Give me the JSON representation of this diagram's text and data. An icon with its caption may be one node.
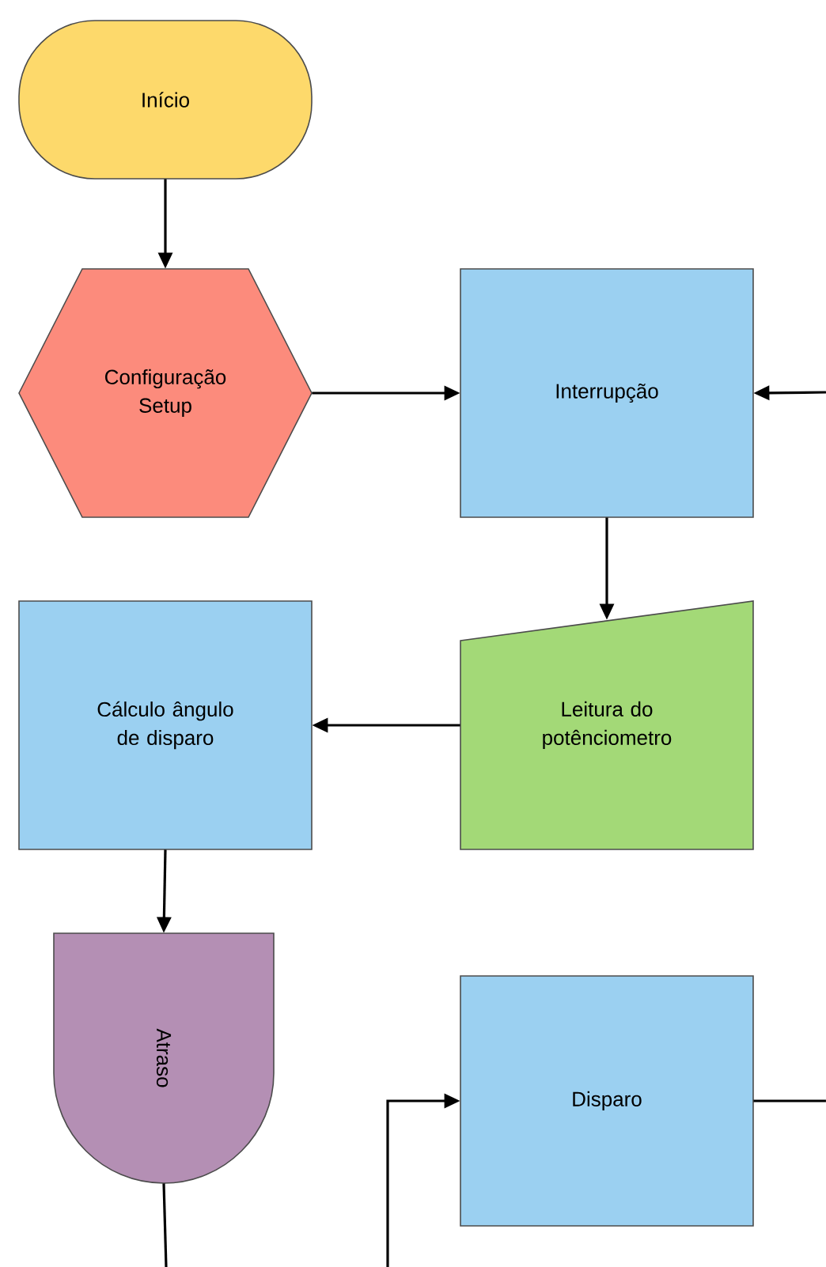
{
  "diagram": {
    "nodes": [
      {
        "text": [
          "Início"
        ]
      },
      {
        "text": [
          "Configuração Setup"
        ]
      },
      {
        "text": [
          "Interrupção"
        ]
      },
      {
        "text": [
          "Leitura do potênciometro"
        ]
      },
      {
        "text": [
          "Cálculo ângulo de disparo"
        ]
      },
      {
        "text": [
          "Atraso"
        ]
      },
      {
        "text": [
          "Disparo"
        ]
      }
    ],
    "edges": [
      {
        "from": 0,
        "to": 1,
        "arrow": "to"
      },
      {
        "from": 1,
        "to": 2,
        "arrow": "to"
      },
      {
        "from": null,
        "to": 2,
        "arrow": "to"
      },
      {
        "from": 2,
        "to": 3,
        "arrow": "to"
      },
      {
        "from": 3,
        "to": 4,
        "arrow": "to"
      },
      {
        "from": 4,
        "to": 5,
        "arrow": "to"
      },
      {
        "from": 5,
        "to": null,
        "arrow": "none"
      },
      {
        "from": null,
        "to": 6,
        "arrow": "to"
      },
      {
        "from": 6,
        "to": null,
        "arrow": "none"
      }
    ]
  }
}
